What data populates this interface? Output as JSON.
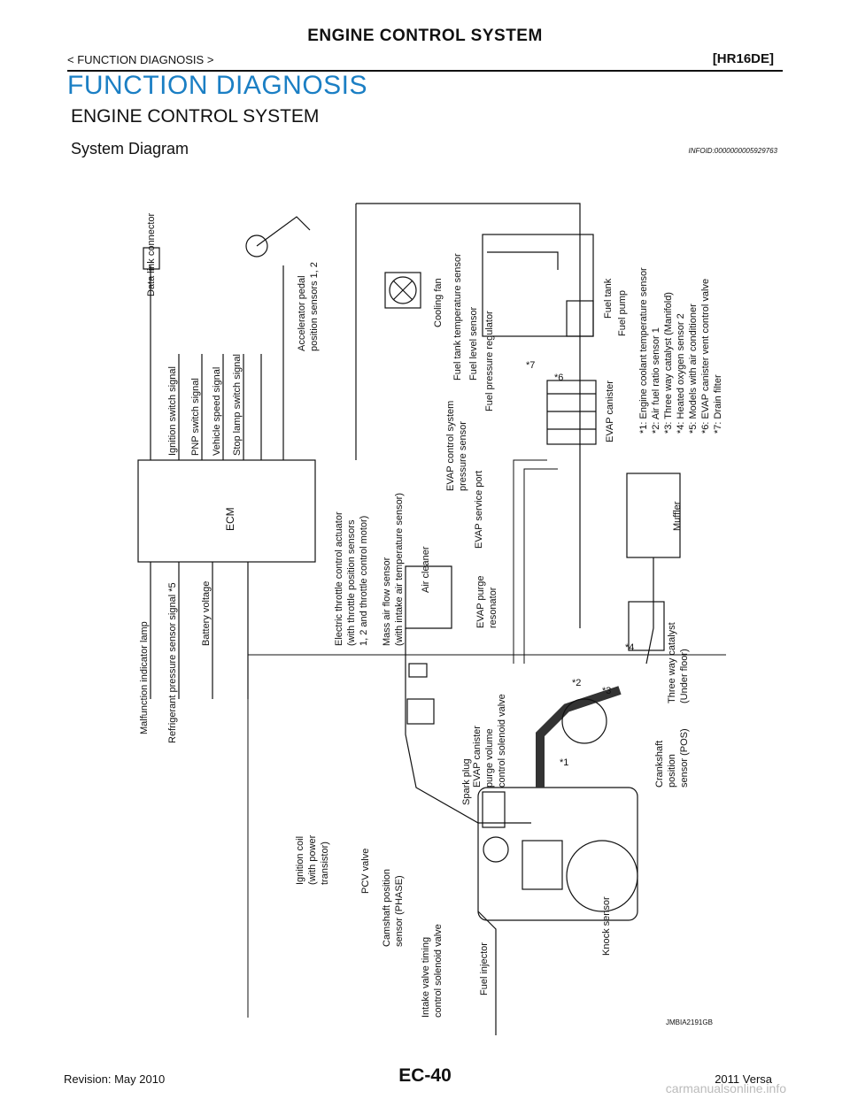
{
  "header": {
    "title": "ENGINE CONTROL SYSTEM",
    "breadcrumb": "< FUNCTION DIAGNOSIS >",
    "model": "[HR16DE]"
  },
  "section": {
    "title": "FUNCTION DIAGNOSIS",
    "subtitle": "ENGINE CONTROL SYSTEM",
    "heading": "System  Diagram",
    "infoid": "INFOID:0000000005929763"
  },
  "diagram": {
    "ecm": "ECM",
    "signals": {
      "data_link": "Data link connector",
      "ignition_switch": "Ignition switch signal",
      "pnp_switch": "PNP switch signal",
      "vehicle_speed": "Vehicle speed signal",
      "stop_lamp": "Stop lamp switch signal",
      "mil": "Malfunction indicator lamp",
      "refrigerant": "Refrigerant pressure sensor signal *5",
      "battery": "Battery voltage"
    },
    "components": {
      "app_1": "Accelerator pedal",
      "app_2": "position sensors 1, 2",
      "cooling_fan": "Cooling fan",
      "fuel_tank_temp": "Fuel tank temperature sensor",
      "fuel_level": "Fuel level sensor",
      "fuel_pressure_reg": "Fuel pressure regulator",
      "fuel_tank": "Fuel tank",
      "fuel_pump": "Fuel pump",
      "evap_canister": "EVAP canister",
      "evap_control_1": "EVAP control system",
      "evap_control_2": "pressure sensor",
      "evap_service_port": "EVAP service port",
      "etc_1": "Electric throttle control actuator",
      "etc_2": "(with throttle position sensors",
      "etc_3": "1, 2 and throttle control motor)",
      "maf_1": "Mass air flow sensor",
      "maf_2": "(with intake air temperature sensor)",
      "air_cleaner": "Air cleaner",
      "purge_res_1": "EVAP purge",
      "purge_res_2": "resonator",
      "muffler": "Muffler",
      "twc_1": "Three way catalyst",
      "twc_2": "(Under floor)",
      "purge_valve_1": "EVAP canister",
      "purge_valve_2": "purge volume",
      "purge_valve_3": "control solenoid valve",
      "spark_plug": "Spark plug",
      "ckp_1": "Crankshaft",
      "ckp_2": "position",
      "ckp_3": "sensor (POS)",
      "ign_coil_1": "Ignition coil",
      "ign_coil_2": "(with power",
      "ign_coil_3": "transistor)",
      "pcv": "PCV valve",
      "cmp_1": "Camshaft position",
      "cmp_2": "sensor (PHASE)",
      "ivt_1": "Intake valve timing",
      "ivt_2": "control solenoid valve",
      "knock": "Knock sensor",
      "fuel_injector": "Fuel injector"
    },
    "markers": {
      "m1": "*1",
      "m2": "*2",
      "m3": "*3",
      "m4": "*4",
      "m6": "*6",
      "m7": "*7"
    },
    "legend": [
      "*1: Engine coolant temperature sensor",
      "*2: Air fuel ratio sensor 1",
      "*3: Three way catalyst (Manifold)",
      "*4: Heated oxygen sensor 2",
      "*5: Models with air conditioner",
      "*6: EVAP canister vent control valve",
      "*7: Drain filter"
    ],
    "figure_id": "JMBIA2191GB"
  },
  "footer": {
    "revision": "Revision: May 2010",
    "page": "EC-40",
    "model_year": "2011 Versa",
    "watermark": "carmanualsonline.info"
  }
}
